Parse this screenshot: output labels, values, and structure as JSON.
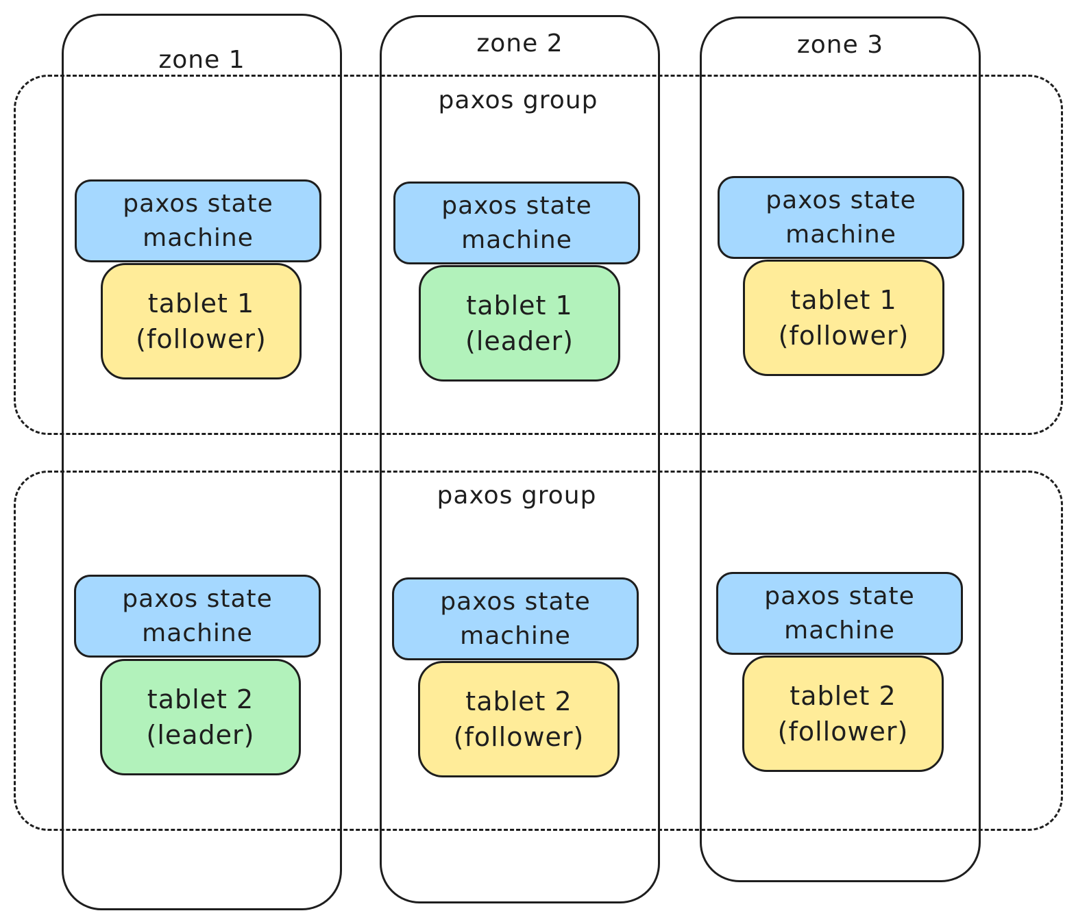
{
  "zones": [
    {
      "title": "zone 1"
    },
    {
      "title": "zone 2"
    },
    {
      "title": "zone 3"
    }
  ],
  "groups": [
    {
      "title": "paxos group"
    },
    {
      "title": "paxos group"
    }
  ],
  "state_machine": {
    "line1": "paxos state",
    "line2": "machine"
  },
  "tablets": [
    {
      "zone": 1,
      "name": "tablet 1",
      "role": "(follower)",
      "color": "#ffec99"
    },
    {
      "zone": 2,
      "name": "tablet 1",
      "role": "(leader)",
      "color": "#b2f2bb"
    },
    {
      "zone": 3,
      "name": "tablet 1",
      "role": "(follower)",
      "color": "#ffec99"
    },
    {
      "zone": 1,
      "name": "tablet 2",
      "role": "(leader)",
      "color": "#b2f2bb"
    },
    {
      "zone": 2,
      "name": "tablet 2",
      "role": "(follower)",
      "color": "#ffec99"
    },
    {
      "zone": 3,
      "name": "tablet 2",
      "role": "(follower)",
      "color": "#ffec99"
    }
  ],
  "colors": {
    "state_machine_fill": "#a5d8ff",
    "leader_fill": "#b2f2bb",
    "follower_fill": "#ffec99",
    "stroke": "#1e1e1e"
  }
}
